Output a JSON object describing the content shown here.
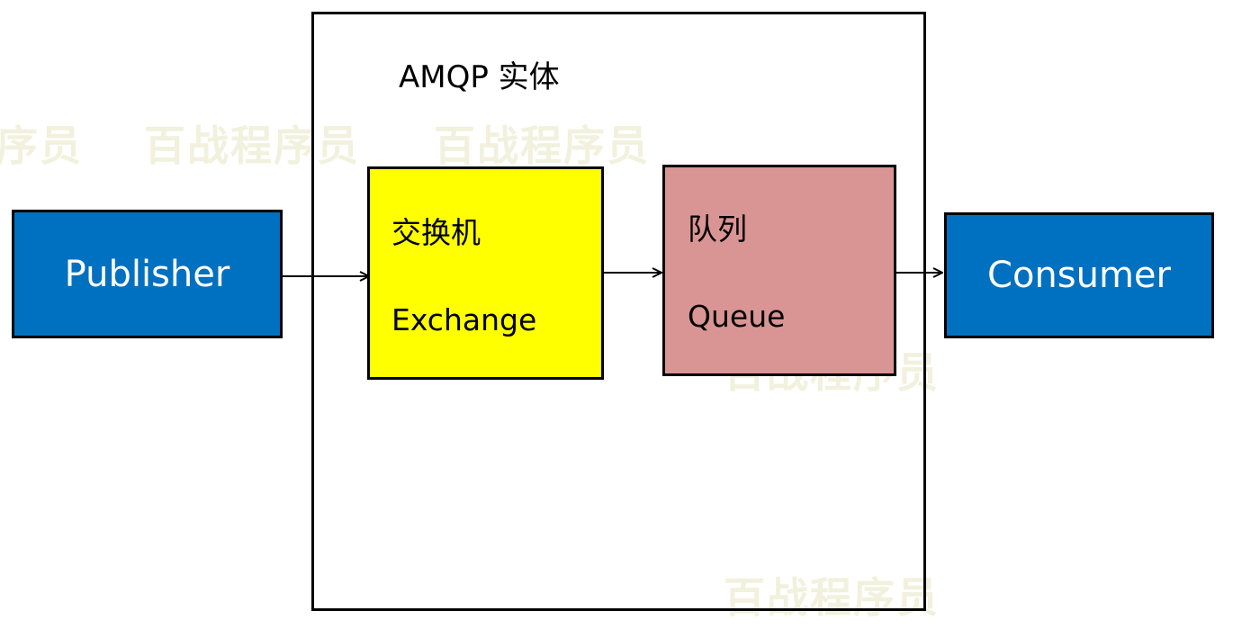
{
  "diagram": {
    "amqp_title": "AMQP  实体",
    "publisher_label": "Publisher",
    "consumer_label": "Consumer",
    "exchange": {
      "label_cn": "交换机",
      "label_en": "Exchange"
    },
    "queue": {
      "label_cn": "队列",
      "label_en": "Queue"
    },
    "watermark_text": "百战程序员",
    "watermark_partial": "序员",
    "colors": {
      "endpoint": "#0070c0",
      "exchange": "#ffff00",
      "queue": "#d99594",
      "watermark": "#f1f1de"
    }
  }
}
